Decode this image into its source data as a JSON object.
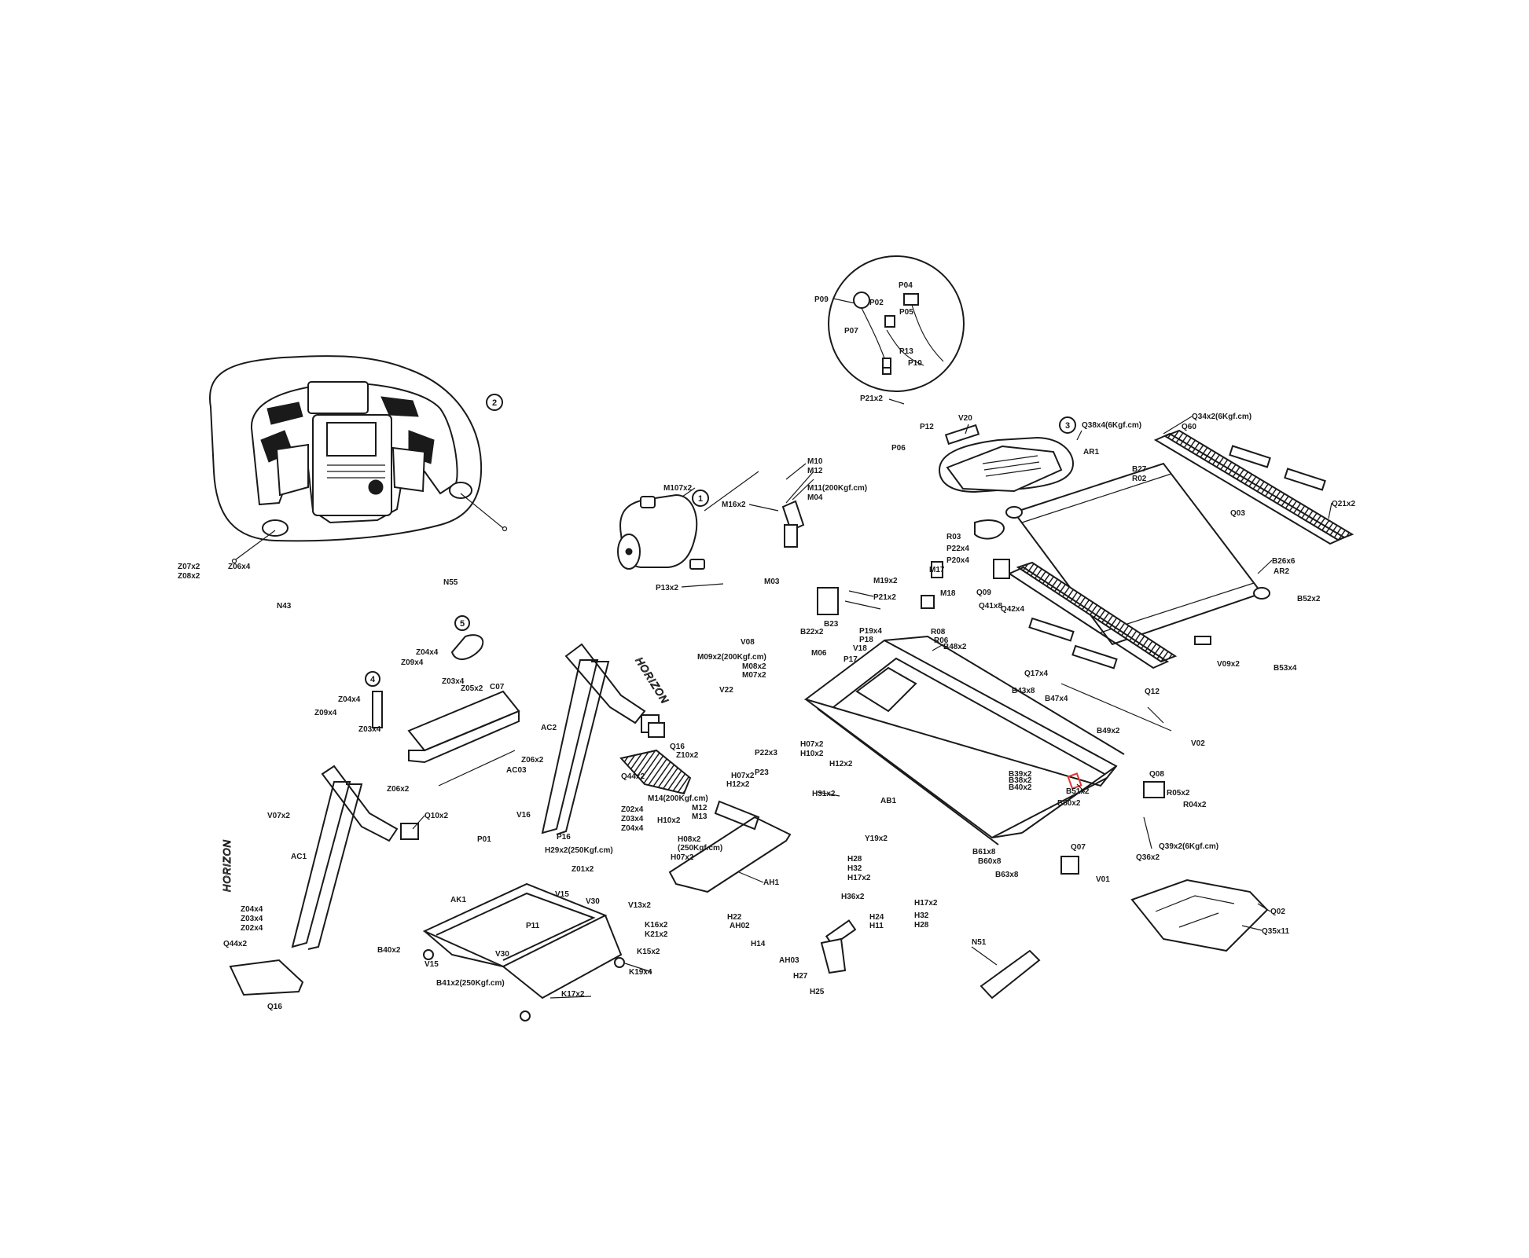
{
  "diagram": {
    "brand_text": "HORIZON",
    "highlight_color": "#e8322e",
    "callouts": [
      {
        "id": "c1",
        "text": "1"
      },
      {
        "id": "c2",
        "text": "2"
      },
      {
        "id": "c3",
        "text": "3"
      },
      {
        "id": "c4",
        "text": "4"
      },
      {
        "id": "c5",
        "text": "5"
      }
    ],
    "labels": [
      {
        "id": "p09",
        "text": "P09"
      },
      {
        "id": "p04",
        "text": "P04"
      },
      {
        "id": "p02",
        "text": "P02"
      },
      {
        "id": "p05",
        "text": "P05"
      },
      {
        "id": "p07",
        "text": "P07"
      },
      {
        "id": "p13",
        "text": "P13"
      },
      {
        "id": "p10",
        "text": "P10"
      },
      {
        "id": "p21x2a",
        "text": "P21x2"
      },
      {
        "id": "p12",
        "text": "P12"
      },
      {
        "id": "p06",
        "text": "P06"
      },
      {
        "id": "v20",
        "text": "V20"
      },
      {
        "id": "q38x4",
        "text": "Q38x4(6Kgf.cm)"
      },
      {
        "id": "ar1",
        "text": "AR1"
      },
      {
        "id": "b27",
        "text": "B27"
      },
      {
        "id": "r02",
        "text": "R02"
      },
      {
        "id": "q34x2",
        "text": "Q34x2(6Kgf.cm)"
      },
      {
        "id": "q60",
        "text": "Q60"
      },
      {
        "id": "q03",
        "text": "Q03"
      },
      {
        "id": "q21x2",
        "text": "Q21x2"
      },
      {
        "id": "b26x6",
        "text": "B26x6"
      },
      {
        "id": "ar2",
        "text": "AR2"
      },
      {
        "id": "m107x2",
        "text": "M107x2"
      },
      {
        "id": "m10",
        "text": "M10"
      },
      {
        "id": "m12a",
        "text": "M12"
      },
      {
        "id": "m11",
        "text": "M11(200Kgf.cm)"
      },
      {
        "id": "m04",
        "text": "M04"
      },
      {
        "id": "m16x2",
        "text": "M16x2"
      },
      {
        "id": "r03",
        "text": "R03"
      },
      {
        "id": "p22x4",
        "text": "P22x4"
      },
      {
        "id": "p20x4",
        "text": "P20x4"
      },
      {
        "id": "m19x2",
        "text": "M19x2"
      },
      {
        "id": "m17",
        "text": "M17"
      },
      {
        "id": "m18",
        "text": "M18"
      },
      {
        "id": "q09",
        "text": "Q09"
      },
      {
        "id": "q41x8",
        "text": "Q41x8"
      },
      {
        "id": "q42x4",
        "text": "Q42x4"
      },
      {
        "id": "b52x2",
        "text": "B52x2"
      },
      {
        "id": "q17x4",
        "text": "Q17x4"
      },
      {
        "id": "v09x2",
        "text": "V09x2"
      },
      {
        "id": "b53x4",
        "text": "B53x4"
      },
      {
        "id": "q12",
        "text": "Q12"
      },
      {
        "id": "z07x2",
        "text": "Z07x2"
      },
      {
        "id": "z08x2",
        "text": "Z08x2"
      },
      {
        "id": "z06x4",
        "text": "Z06x4"
      },
      {
        "id": "n55",
        "text": "N55"
      },
      {
        "id": "n43",
        "text": "N43"
      },
      {
        "id": "p13x2",
        "text": "P13x2"
      },
      {
        "id": "m03",
        "text": "M03"
      },
      {
        "id": "p21x2b",
        "text": "P21x2"
      },
      {
        "id": "b23",
        "text": "B23"
      },
      {
        "id": "b22x2",
        "text": "B22x2"
      },
      {
        "id": "p19x4",
        "text": "P19x4"
      },
      {
        "id": "p18",
        "text": "P18"
      },
      {
        "id": "v18",
        "text": "V18"
      },
      {
        "id": "r08",
        "text": "R08"
      },
      {
        "id": "r06",
        "text": "R06"
      },
      {
        "id": "b48x2",
        "text": "B48x2"
      },
      {
        "id": "v08",
        "text": "V08"
      },
      {
        "id": "m06",
        "text": "M06"
      },
      {
        "id": "m09x2",
        "text": "M09x2(200Kgf.cm)"
      },
      {
        "id": "m08x2",
        "text": "M08x2"
      },
      {
        "id": "m07x2",
        "text": "M07x2"
      },
      {
        "id": "p17",
        "text": "P17"
      },
      {
        "id": "v22",
        "text": "V22"
      },
      {
        "id": "b43x8",
        "text": "B43x8"
      },
      {
        "id": "b47x4",
        "text": "B47x4"
      },
      {
        "id": "b49x2",
        "text": "B49x2"
      },
      {
        "id": "v02",
        "text": "V02"
      },
      {
        "id": "z04x4a",
        "text": "Z04x4"
      },
      {
        "id": "z09x4a",
        "text": "Z09x4"
      },
      {
        "id": "z03x4a",
        "text": "Z03x4"
      },
      {
        "id": "z05x2",
        "text": "Z05x2"
      },
      {
        "id": "c07",
        "text": "C07"
      },
      {
        "id": "z04x4b",
        "text": "Z04x4"
      },
      {
        "id": "z09x4b",
        "text": "Z09x4"
      },
      {
        "id": "z03x4b",
        "text": "Z03x4"
      },
      {
        "id": "ac2",
        "text": "AC2"
      },
      {
        "id": "ac03",
        "text": "AC03"
      },
      {
        "id": "z06x2a",
        "text": "Z06x2"
      },
      {
        "id": "z06x2b",
        "text": "Z06x2"
      },
      {
        "id": "q10x2",
        "text": "Q10x2"
      },
      {
        "id": "q16a",
        "text": "Q16"
      },
      {
        "id": "z10x2",
        "text": "Z10x2"
      },
      {
        "id": "q44x2a",
        "text": "Q44x2"
      },
      {
        "id": "p22x3",
        "text": "P22x3"
      },
      {
        "id": "p23",
        "text": "P23"
      },
      {
        "id": "h07x2a",
        "text": "H07x2"
      },
      {
        "id": "h10x2a",
        "text": "H10x2"
      },
      {
        "id": "h12x2a",
        "text": "H12x2"
      },
      {
        "id": "h07x2b",
        "text": "H07x2"
      },
      {
        "id": "h12x2b",
        "text": "H12x2"
      },
      {
        "id": "h31x2",
        "text": "H31x2"
      },
      {
        "id": "ab1",
        "text": "AB1"
      },
      {
        "id": "b39x2",
        "text": "B39x2"
      },
      {
        "id": "b38x2",
        "text": "B38x2"
      },
      {
        "id": "b40x2",
        "text": "B40x2"
      },
      {
        "id": "b51x2",
        "text": "B51x2"
      },
      {
        "id": "b50x2",
        "text": "B50x2"
      },
      {
        "id": "q08",
        "text": "Q08"
      },
      {
        "id": "r05x2",
        "text": "R05x2"
      },
      {
        "id": "r04x2",
        "text": "R04x2"
      },
      {
        "id": "q39x2",
        "text": "Q39x2(6Kgf.cm)"
      },
      {
        "id": "q36x2",
        "text": "Q36x2"
      },
      {
        "id": "v07x2",
        "text": "V07x2"
      },
      {
        "id": "ac1",
        "text": "AC1"
      },
      {
        "id": "z04x4c",
        "text": "Z04x4"
      },
      {
        "id": "z03x4c",
        "text": "Z03x4"
      },
      {
        "id": "z02x4a",
        "text": "Z02x4"
      },
      {
        "id": "q44x2b",
        "text": "Q44x2"
      },
      {
        "id": "q16b",
        "text": "Q16"
      },
      {
        "id": "v16",
        "text": "V16"
      },
      {
        "id": "p01",
        "text": "P01"
      },
      {
        "id": "p16",
        "text": "P16"
      },
      {
        "id": "z02x4b",
        "text": "Z02x4"
      },
      {
        "id": "z03x4d",
        "text": "Z03x4"
      },
      {
        "id": "z04x4d",
        "text": "Z04x4"
      },
      {
        "id": "m14",
        "text": "M14(200Kgf.cm)"
      },
      {
        "id": "m12b",
        "text": "M12"
      },
      {
        "id": "m13",
        "text": "M13"
      },
      {
        "id": "h10x2b",
        "text": "H10x2"
      },
      {
        "id": "h08x2",
        "text": "H08x2"
      },
      {
        "id": "h08t",
        "text": "(250Kgf.cm)"
      },
      {
        "id": "h07x2c",
        "text": "H07x2"
      },
      {
        "id": "ah1",
        "text": "AH1"
      },
      {
        "id": "y19x2",
        "text": "Y19x2"
      },
      {
        "id": "b61x8",
        "text": "B61x8"
      },
      {
        "id": "b60x8",
        "text": "B60x8"
      },
      {
        "id": "b63x8",
        "text": "B63x8"
      },
      {
        "id": "q07",
        "text": "Q07"
      },
      {
        "id": "v01",
        "text": "V01"
      },
      {
        "id": "q02",
        "text": "Q02"
      },
      {
        "id": "q35x11",
        "text": "Q35x11"
      },
      {
        "id": "h29x2",
        "text": "H29x2(250Kgf.cm)"
      },
      {
        "id": "z01x2",
        "text": "Z01x2"
      },
      {
        "id": "v15a",
        "text": "V15"
      },
      {
        "id": "v30a",
        "text": "V30"
      },
      {
        "id": "v13x2",
        "text": "V13x2"
      },
      {
        "id": "ak1",
        "text": "AK1"
      },
      {
        "id": "p11",
        "text": "P11"
      },
      {
        "id": "k16x2",
        "text": "K16x2"
      },
      {
        "id": "k21x2",
        "text": "K21x2"
      },
      {
        "id": "k15x2",
        "text": "K15x2"
      },
      {
        "id": "b40x2b",
        "text": "B40x2"
      },
      {
        "id": "v15b",
        "text": "V15"
      },
      {
        "id": "v30b",
        "text": "V30"
      },
      {
        "id": "k19x4",
        "text": "K19x4"
      },
      {
        "id": "b41x2",
        "text": "B41x2(250Kgf.cm)"
      },
      {
        "id": "k17x2",
        "text": "K17x2"
      },
      {
        "id": "h28a",
        "text": "H28"
      },
      {
        "id": "h32a",
        "text": "H32"
      },
      {
        "id": "h17x2a",
        "text": "H17x2"
      },
      {
        "id": "h36x2",
        "text": "H36x2"
      },
      {
        "id": "h22",
        "text": "H22"
      },
      {
        "id": "ah02",
        "text": "AH02"
      },
      {
        "id": "h17x2b",
        "text": "H17x2"
      },
      {
        "id": "h24",
        "text": "H24"
      },
      {
        "id": "h11",
        "text": "H11"
      },
      {
        "id": "h32b",
        "text": "H32"
      },
      {
        "id": "h28b",
        "text": "H28"
      },
      {
        "id": "h14",
        "text": "H14"
      },
      {
        "id": "ah03",
        "text": "AH03"
      },
      {
        "id": "h27",
        "text": "H27"
      },
      {
        "id": "h25",
        "text": "H25"
      },
      {
        "id": "n51",
        "text": "N51"
      }
    ]
  }
}
